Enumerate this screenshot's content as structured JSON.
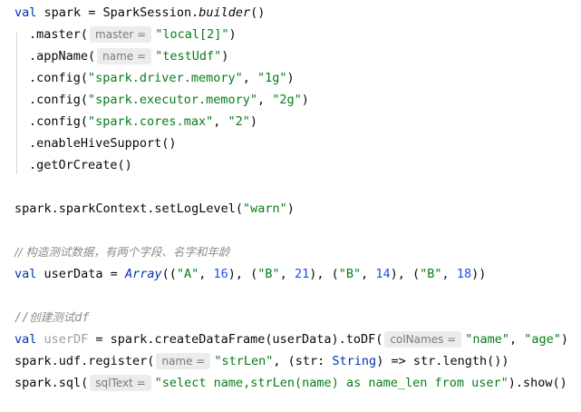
{
  "code": {
    "l1": {
      "val_kw": "val",
      "rest": " spark = SparkSession.",
      "builder": "builder",
      "paren": "()"
    },
    "l2": {
      "pre": ".master(",
      "hint": "master =",
      "arg": "\"local[2]\"",
      "post": ")"
    },
    "l3": {
      "pre": ".appName(",
      "hint": "name =",
      "arg": "\"testUdf\"",
      "post": ")"
    },
    "l4": {
      "pre": ".config(",
      "arg1": "\"spark.driver.memory\"",
      "sep": ", ",
      "arg2": "\"1g\"",
      "post": ")"
    },
    "l5": {
      "pre": ".config(",
      "arg1": "\"spark.executor.memory\"",
      "sep": ", ",
      "arg2": "\"2g\"",
      "post": ")"
    },
    "l6": {
      "pre": ".config(",
      "arg1": "\"spark.cores.max\"",
      "sep": ", ",
      "arg2": "\"2\"",
      "post": ")"
    },
    "l7": {
      "text": ".enableHiveSupport()"
    },
    "l8": {
      "text": ".getOrCreate()"
    },
    "l9": {
      "pre": "spark.sparkContext.setLogLevel(",
      "arg": "\"warn\"",
      "post": ")"
    },
    "l10": {
      "text": "// 构造测试数据，有两个字段、名字和年龄"
    },
    "l11": {
      "val_kw": "val",
      "name": " userData = ",
      "array": "Array",
      "open": "((",
      "a": "\"A\"",
      "n16": "16",
      "b1": "\"B\"",
      "n21": "21",
      "b2": "\"B\"",
      "n14": "14",
      "b3": "\"B\"",
      "n18": "18",
      "c1": ", ",
      "c2": "), (",
      "close": "))"
    },
    "l12": {
      "slashes": "//",
      "cn": "创建测试",
      "df": "df"
    },
    "l13": {
      "val_kw": "val",
      "name": " userDF",
      "mid": " = spark.createDataFrame(userData).toDF(",
      "hint": "colNames =",
      "arg1": "\"name\"",
      "sep": ", ",
      "arg2": "\"age\"",
      "post": ")"
    },
    "l14": {
      "pre": "spark.udf.register(",
      "hint": "name =",
      "arg": "\"strLen\"",
      "mid": ", (str: ",
      "type": "String",
      "post": ") => str.length())"
    },
    "l15": {
      "pre": "spark.sql(",
      "hint": "sqlText =",
      "arg": "\"select name,strLen(name) as name_len from user\"",
      "post": ").show()"
    }
  },
  "colors": {
    "keyword": "#0033b3",
    "string": "#067d17",
    "number": "#1750eb",
    "comment": "#8c8c8c",
    "hint_bg": "#ececec"
  }
}
